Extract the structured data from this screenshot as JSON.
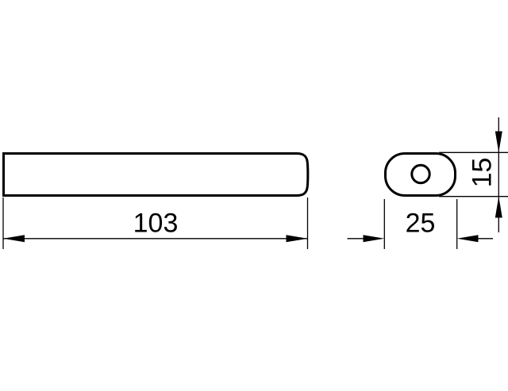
{
  "drawing": {
    "type": "technical-dimension-drawing",
    "views": {
      "front_view": "long bar, side elevation",
      "end_view": "rounded oblong profile with center hole"
    }
  },
  "dimensions": {
    "length_label": "103",
    "width_label": "25",
    "height_label": "15"
  },
  "colors": {
    "line": "#000000",
    "background": "#ffffff"
  }
}
